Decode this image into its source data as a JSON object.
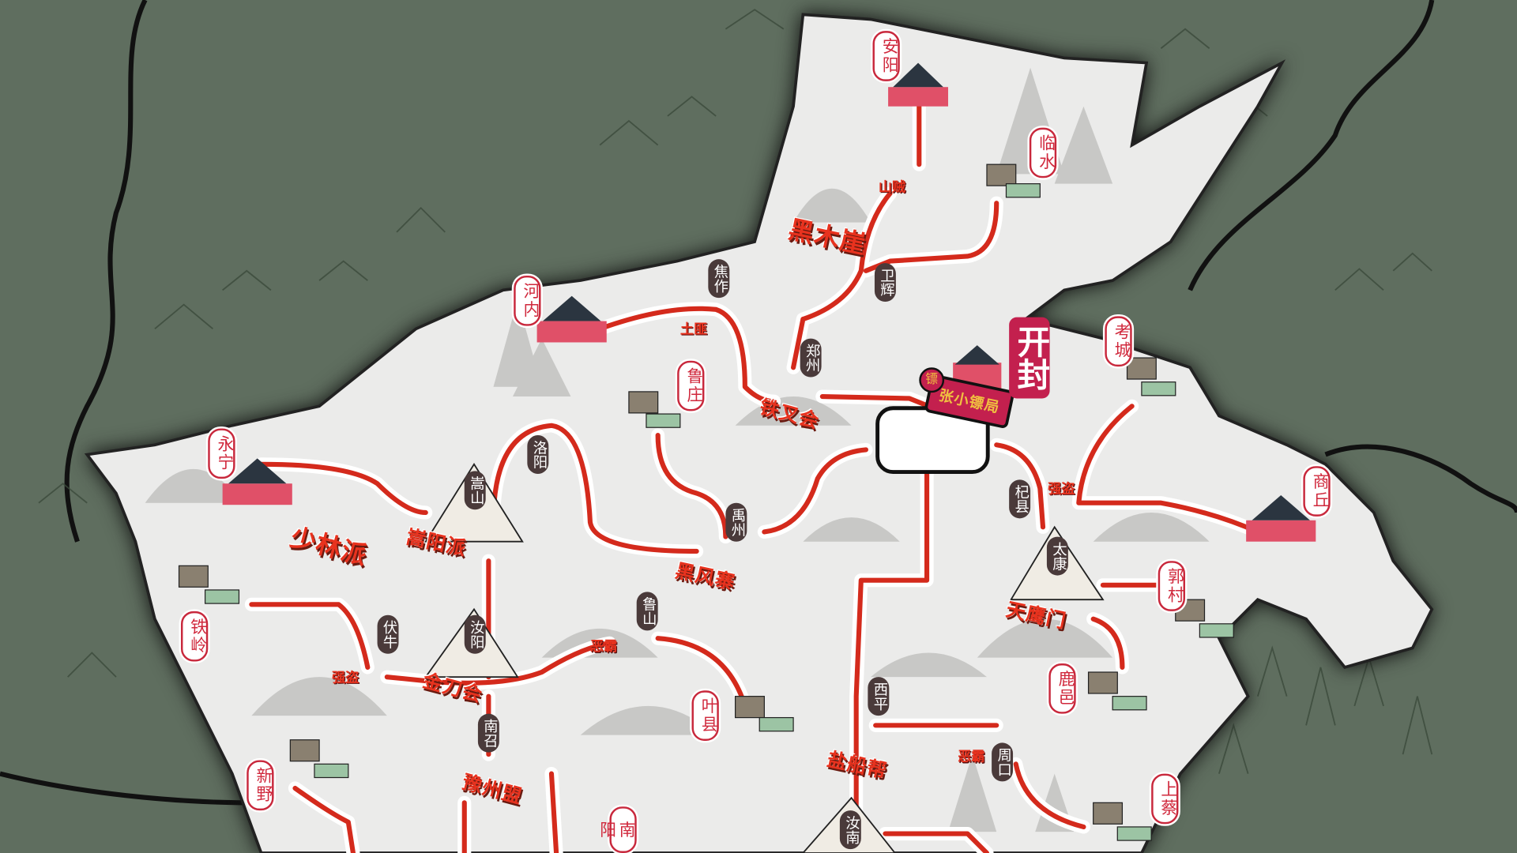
{
  "colors": {
    "land": "#ebebea",
    "sea": "#5f6e5f",
    "road": "#d42a1c",
    "city_border": "#c8283c",
    "capital": "#c3204e",
    "faction_text": "#e8321e",
    "location_tag": "#4a3a3a"
  },
  "capital": {
    "name": "开封",
    "escort_banner": "张小镖局",
    "escort_badge": "镖"
  },
  "cities": [
    {
      "name": "安阳"
    },
    {
      "name": "临水"
    },
    {
      "name": "河内"
    },
    {
      "name": "鲁庄"
    },
    {
      "name": "永宁"
    },
    {
      "name": "考城"
    },
    {
      "name": "商丘"
    },
    {
      "name": "铁岭"
    },
    {
      "name": "郭村"
    },
    {
      "name": "鹿邑"
    },
    {
      "name": "新野"
    },
    {
      "name": "叶县"
    },
    {
      "name": "上蔡"
    },
    {
      "name": "南阳"
    }
  ],
  "locations": [
    {
      "name": "卫辉"
    },
    {
      "name": "焦作"
    },
    {
      "name": "郑州"
    },
    {
      "name": "洛阳"
    },
    {
      "name": "嵩山"
    },
    {
      "name": "禹州"
    },
    {
      "name": "鲁山"
    },
    {
      "name": "汝阳"
    },
    {
      "name": "伏牛"
    },
    {
      "name": "南召"
    },
    {
      "name": "西平"
    },
    {
      "name": "周口"
    },
    {
      "name": "杞县"
    },
    {
      "name": "太康"
    },
    {
      "name": "汝南"
    }
  ],
  "factions": [
    {
      "name": "黑木崖"
    },
    {
      "name": "少林派"
    },
    {
      "name": "嵩阳派"
    },
    {
      "name": "黑风寨"
    },
    {
      "name": "铁叉会"
    },
    {
      "name": "金刀会"
    },
    {
      "name": "天鹰门"
    },
    {
      "name": "盐船帮"
    },
    {
      "name": "豫州盟"
    }
  ],
  "enemies": [
    {
      "name": "山贼"
    },
    {
      "name": "土匪"
    },
    {
      "name": "强盗"
    },
    {
      "name": "强盗"
    },
    {
      "name": "恶霸"
    },
    {
      "name": "恶霸"
    }
  ]
}
